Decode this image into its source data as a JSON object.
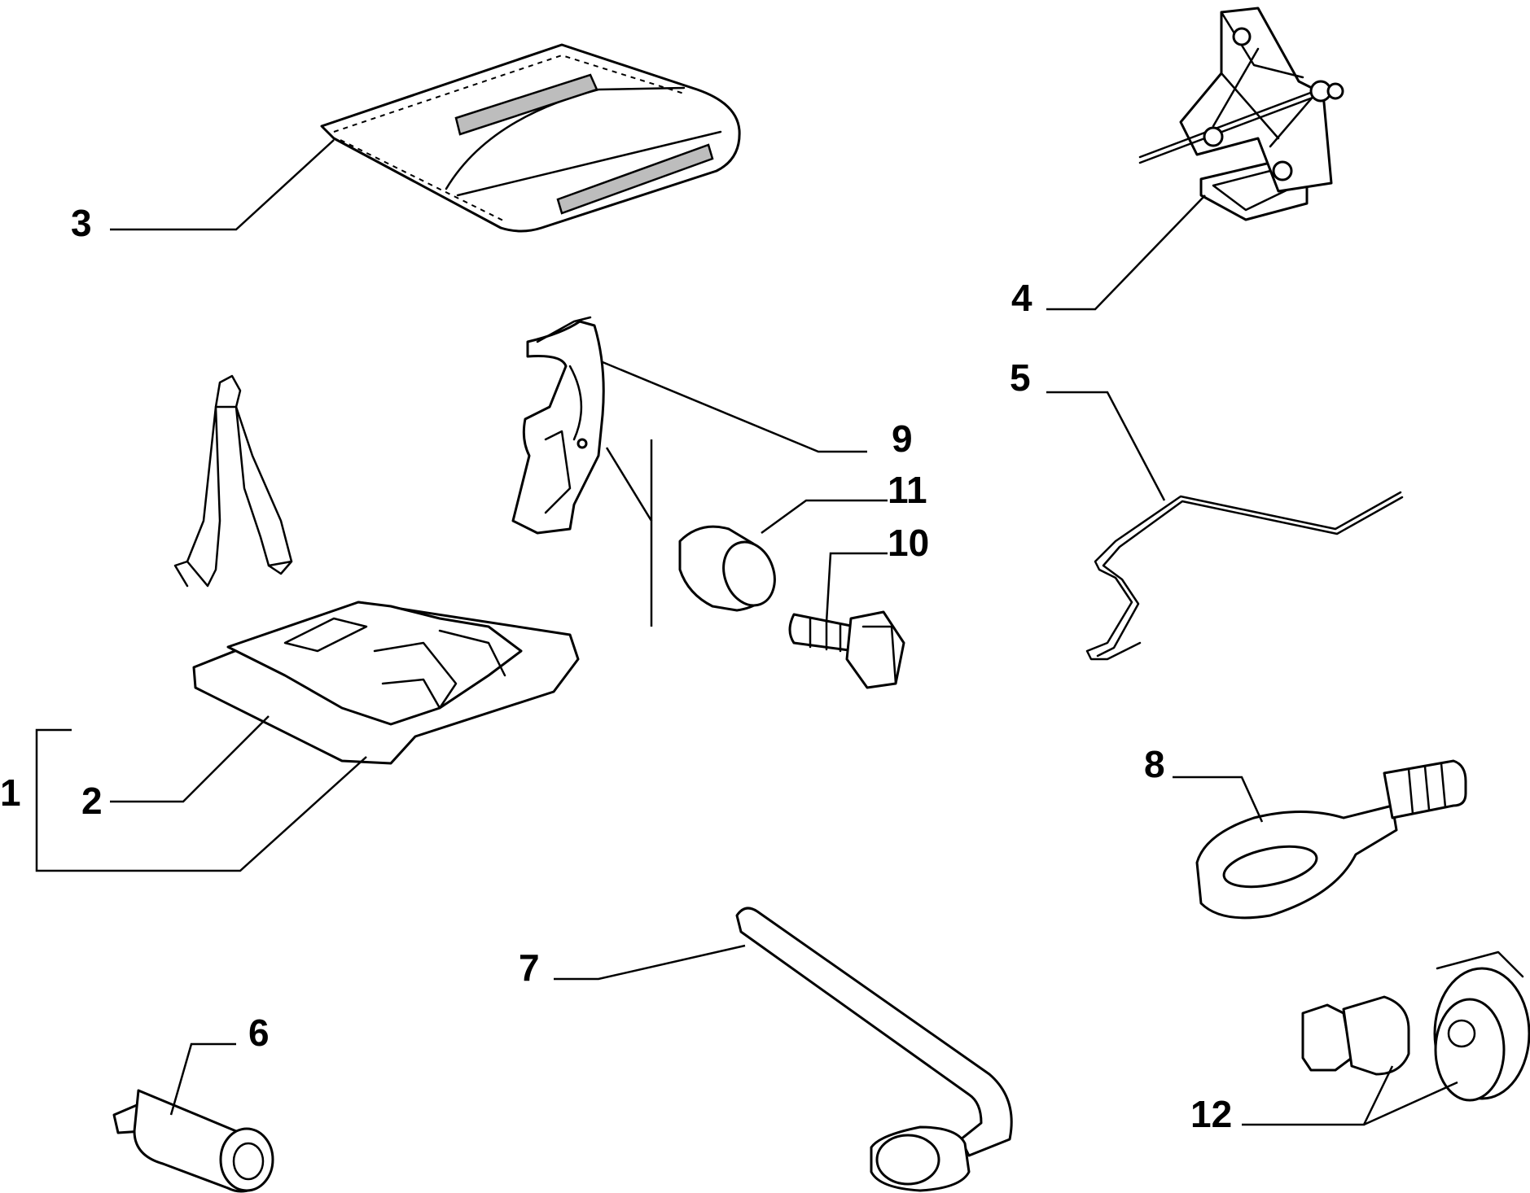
{
  "diagram": {
    "labels": {
      "l1": "1",
      "l2": "2",
      "l3": "3",
      "l4": "4",
      "l5": "5",
      "l6": "6",
      "l7": "7",
      "l8": "8",
      "l9": "9",
      "l10": "10",
      "l11": "11",
      "l12": "12"
    },
    "colors": {
      "line": "#000000",
      "background": "#ffffff",
      "shade": "#bdbdbd"
    }
  }
}
